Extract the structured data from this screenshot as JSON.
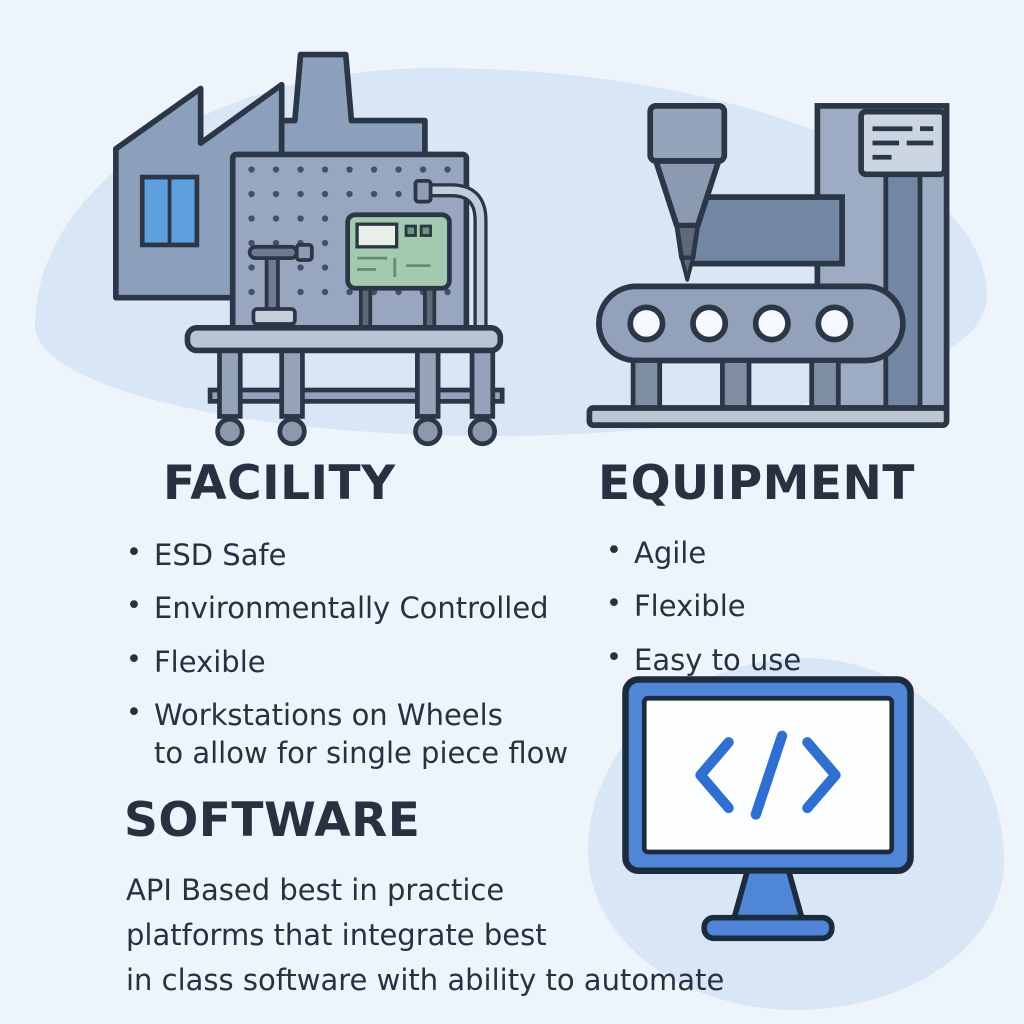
{
  "page": {
    "background": "#eef4fc",
    "blob_color": "#d8e6f6",
    "text_color": "#28313f",
    "accent_blue": "#4f86d8",
    "code_blue": "#2f6fd0",
    "pcb_green": "#a3c9ae"
  },
  "facility": {
    "title": "FACILITY",
    "items": [
      "ESD Safe",
      "Environmentally Controlled",
      "Flexible",
      "Workstations on Wheels\nto allow for single piece flow"
    ]
  },
  "equipment": {
    "title": "EQUIPMENT",
    "items": [
      "Agile",
      "Flexible",
      "Easy to use"
    ]
  },
  "software": {
    "title": "SOFTWARE",
    "body": "API Based best in practice\nplatforms that integrate best\nin class software with ability to automate"
  },
  "monitor": {
    "code_symbol": "</>"
  }
}
